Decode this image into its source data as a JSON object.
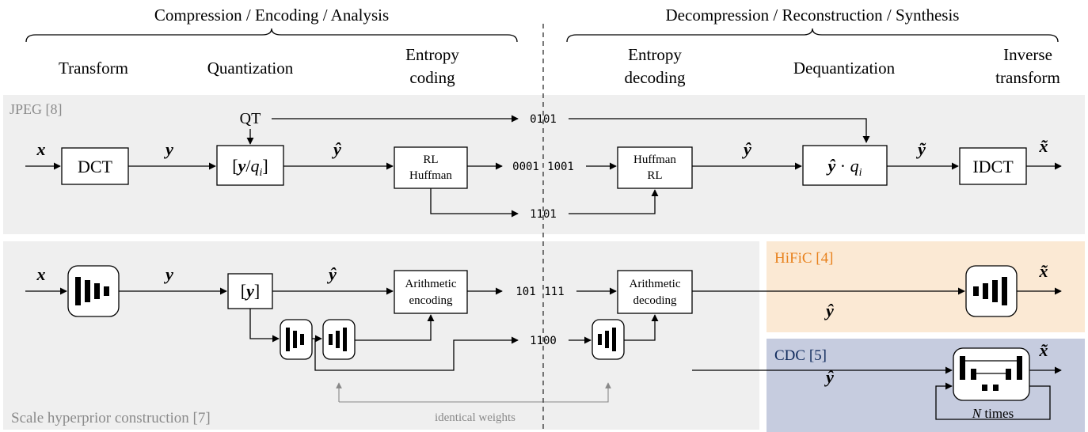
{
  "headers": {
    "compression": "Compression / Encoding / Analysis",
    "decompression": "Decompression / Reconstruction / Synthesis"
  },
  "stages": {
    "transform": "Transform",
    "quantization": "Quantization",
    "entropy_coding_1": "Entropy",
    "entropy_coding_2": "coding",
    "entropy_decoding_1": "Entropy",
    "entropy_decoding_2": "decoding",
    "dequantization": "Dequantization",
    "inverse_transform_1": "Inverse",
    "inverse_transform_2": "transform"
  },
  "jpeg": {
    "label": "JPEG [8]",
    "qt": "QT",
    "bits_top": "0101",
    "bits_mid_left": "0001",
    "bits_mid_right": "1001",
    "bits_bottom": "1101",
    "dct": "DCT",
    "idct": "IDCT",
    "rl_huffman_1": "RL",
    "rl_huffman_2": "Huffman",
    "huffman_rl_1": "Huffman",
    "huffman_rl_2": "RL",
    "sym_x": "x",
    "sym_y": "y",
    "sym_yhat": "ŷ",
    "sym_ytilde": "ỹ",
    "sym_xtilde": "x̃"
  },
  "hyperprior": {
    "label": "Scale hyperprior construction [7]",
    "arith_enc_1": "Arithmetic",
    "arith_enc_2": "encoding",
    "arith_dec_1": "Arithmetic",
    "arith_dec_2": "decoding",
    "bits_main_left": "101",
    "bits_main_right": "111",
    "bits_side": "1100",
    "identical": "identical weights"
  },
  "hific": {
    "label": "HiFiC [4]",
    "color": "#e8821e",
    "bg": "#fbe9d4"
  },
  "cdc": {
    "label": "CDC [5]",
    "color": "#0f2a5c",
    "bg": "#c6ccdf",
    "loop_label_var": "N",
    "loop_label_text": "times"
  },
  "colors": {
    "panel_gray": "#efefef",
    "gray_text": "#8a8a8a"
  }
}
